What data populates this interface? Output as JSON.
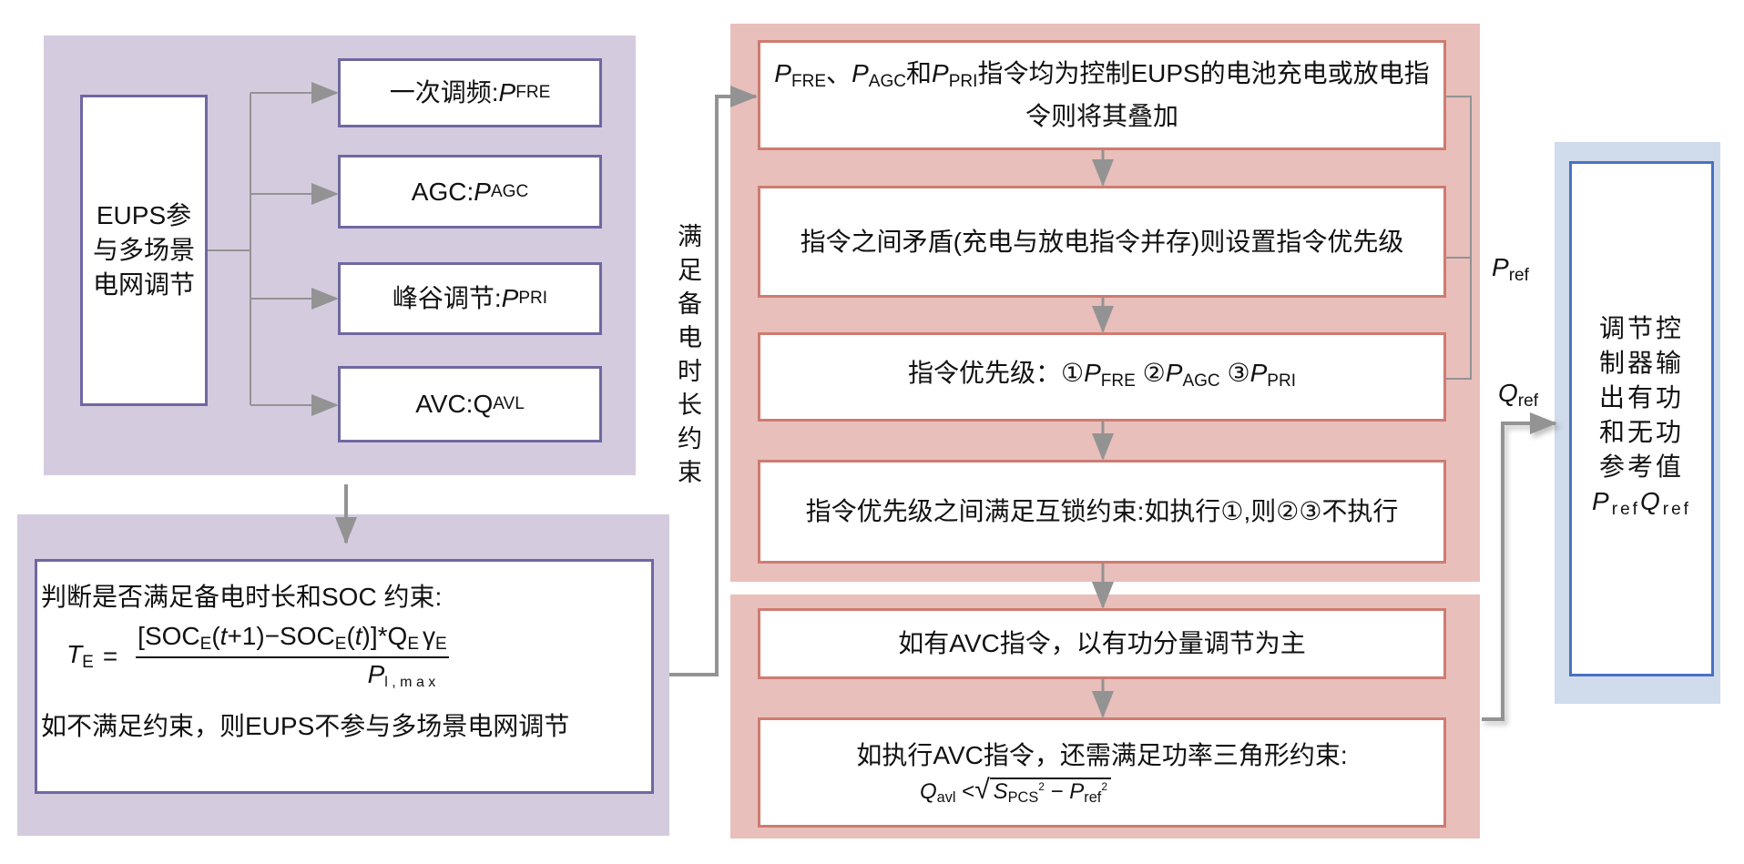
{
  "diagram": {
    "left_panel": {
      "source_box": "EUPS参与多场景电网调节",
      "services": [
        {
          "label": "一次调频:",
          "var": "P",
          "sub": "FRE",
          "italic": true
        },
        {
          "label": "AGC:",
          "var": "P",
          "sub": "AGC",
          "italic": true
        },
        {
          "label": "峰谷调节:",
          "var": "P",
          "sub": "PRI",
          "italic": true
        },
        {
          "label": "AVC:",
          "var": "Q",
          "sub": "AVL",
          "italic": false
        }
      ]
    },
    "constraint_panel": {
      "heading": "判断是否满足备电时长和SOC 约束:",
      "formula": {
        "lhs_var": "T",
        "lhs_sub": "E",
        "equals": "=",
        "numerator": "[SOC_E(t+1)−SOC_E(t)]*Q_E γ_E",
        "num_parts": [
          "[SOC",
          "E",
          "(",
          "t",
          "+1)−SOC",
          "E",
          "(",
          "t",
          ")]*Q",
          "E",
          "γ",
          "E"
        ],
        "denominator_var": "P",
        "denominator_sub": "l , m a x"
      },
      "footer": "如不满足约束，则EUPS不参与多场景电网调节"
    },
    "connector_label": "满足备电时长约束",
    "active_power_steps": [
      {
        "parts": [
          [
            "P",
            "FRE"
          ],
          "、",
          [
            "P",
            "AGC"
          ],
          "和",
          [
            "P",
            "PRI"
          ]
        ],
        "text": "指令均为控制EUPS的电池充电或放电指令则将其叠加"
      },
      {
        "text": "指令之间矛盾(充电与放电指令并存)则设置指令优先级"
      },
      {
        "prefix": "指令优先级：",
        "items": [
          [
            "①",
            "P",
            "FRE"
          ],
          [
            "②",
            "P",
            "AGC"
          ],
          [
            "③",
            "P",
            "PRI"
          ]
        ]
      },
      {
        "text": "指令优先级之间满足互锁约束:如执行①,则②③不执行"
      }
    ],
    "reactive_power_steps": [
      {
        "text": "如有AVC指令，以有功分量调节为主"
      },
      {
        "text": "如执行AVC指令，还需满足功率三角形约束:",
        "formula": {
          "lhs": "Q",
          "lhs_sub": "avl",
          "op": "<",
          "s": "S",
          "s_sub": "PCS",
          "s_sup": "2",
          "minus": "−",
          "p": "P",
          "p_sub": "ref",
          "p_sup": "2"
        }
      }
    ],
    "outputs": {
      "p_label": {
        "var": "P",
        "sub": "ref"
      },
      "q_label": {
        "var": "Q",
        "sub": "ref"
      }
    },
    "controller_box": {
      "text": "调节控制器输出有功和无功参考值",
      "vars": [
        [
          "P",
          "ref"
        ],
        [
          "Q",
          "ref"
        ]
      ]
    },
    "colors": {
      "purple_fill": "#d5cbdf",
      "purple_border": "#6f68a0",
      "pink_fill": "#e8bfba",
      "pink_border": "#cf7b71",
      "blue_fill": "#d0dbeb",
      "blue_border": "#4a72c4",
      "arrow": "#939393"
    }
  }
}
